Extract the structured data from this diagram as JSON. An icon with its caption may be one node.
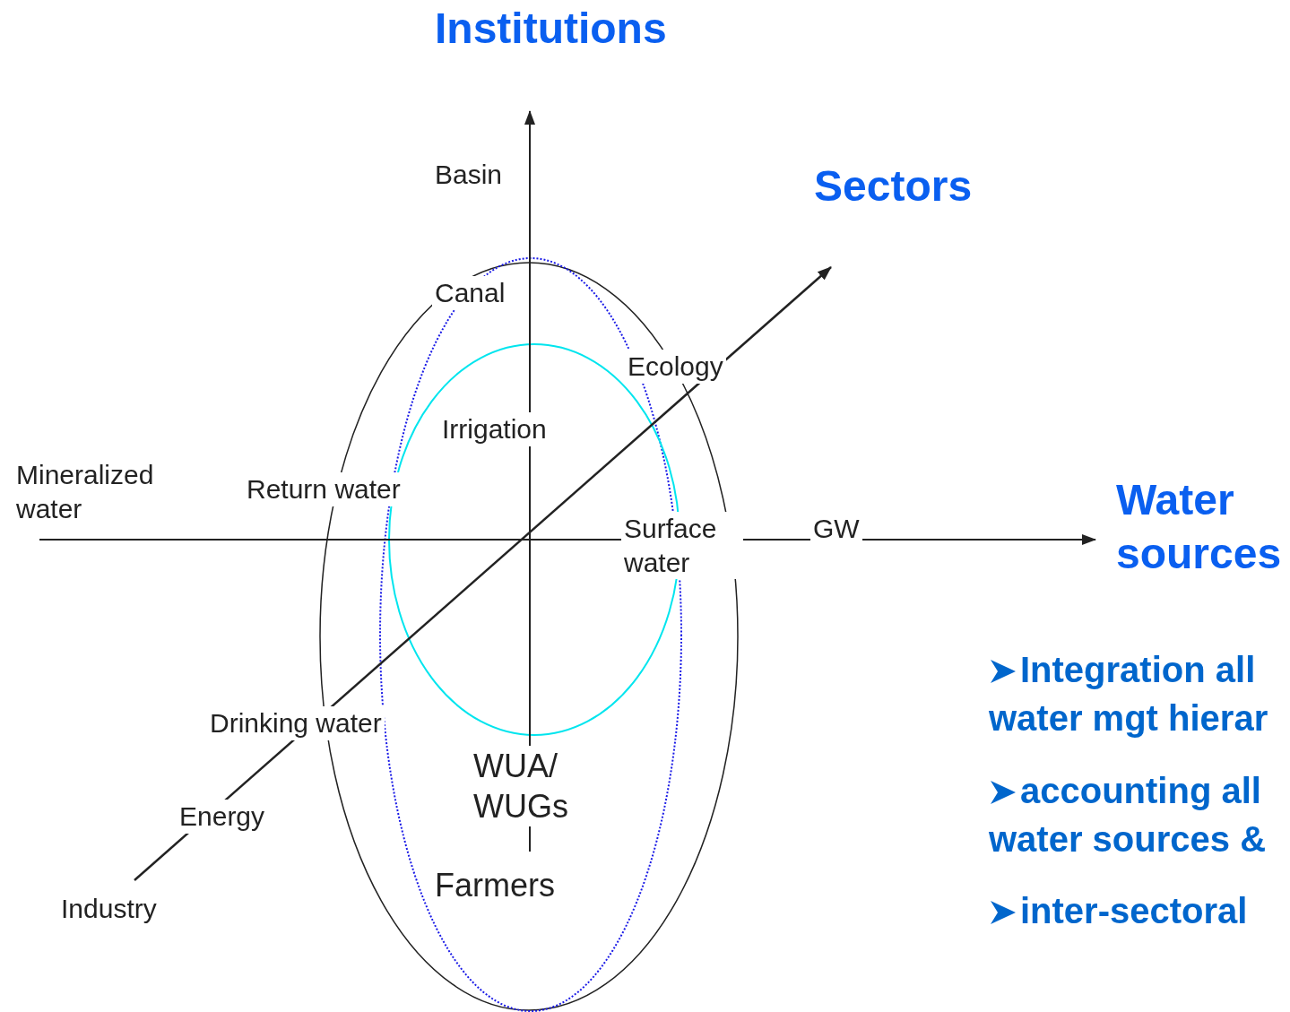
{
  "diagram": {
    "labels": [
      "Institutions",
      "Basin",
      "Sectors",
      "Canal",
      "Ecology",
      "Irrigation",
      "Mineralized water",
      "Return water",
      "Surface water",
      "GW",
      "Water sources",
      "Integration all water mgt hierar",
      "Drinking water",
      "WUA/ WUGs",
      "accounting all water sources &",
      "Energy",
      "Farmers",
      "inter-sectoral",
      "Industry"
    ]
  }
}
